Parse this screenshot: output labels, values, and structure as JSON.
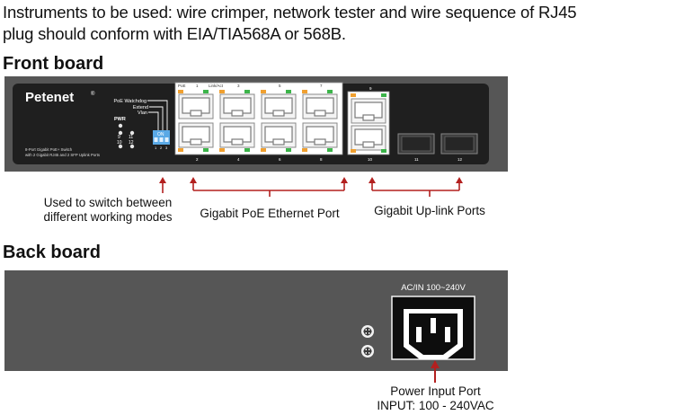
{
  "intro": {
    "line1": "Instruments to be used: wire crimper, network tester and wire sequence of RJ45",
    "line2": "plug should conform with EIA/TIA568A or 568B."
  },
  "front": {
    "heading": "Front board",
    "brand": "Petenet",
    "registered": "®",
    "model_line1": "8-Port Gigabit PoE+ Switch",
    "model_line2": "with 2 Gigabit RJ45 and 2 SFP Uplink Ports",
    "mode_labels": [
      "PoE Watchdog",
      "Extend",
      "Vlan"
    ],
    "dip_label": "ON",
    "dip_numbers": [
      "1",
      "2",
      "3"
    ],
    "led_labels": {
      "pwr": "PWR",
      "row1_left": "9",
      "row1_right": "11",
      "row2_left": "10",
      "row2_right": "12"
    },
    "poe_led": "PoE",
    "link_act": "Link/Act",
    "port_top_numbers": [
      "1",
      "3",
      "5",
      "7"
    ],
    "port_bottom_numbers": [
      "2",
      "4",
      "6",
      "8"
    ],
    "uplink_top_number": "9",
    "uplink_bottom_number": "10",
    "sfp_numbers": [
      "11",
      "12"
    ],
    "callouts": {
      "switch_modes_line1": "Used to switch between",
      "switch_modes_line2": "different working modes",
      "poe_ports": "Gigabit PoE Ethernet Port",
      "uplink_ports": "Gigabit Up-link Ports"
    }
  },
  "back": {
    "heading": "Back board",
    "ac_label": "AC/IN 100~240V",
    "callout_line1": "Power Input Port",
    "callout_line2": "INPUT: 100 - 240VAC"
  },
  "colors": {
    "panel": "#565656",
    "face": "#1f1f1f",
    "arrow": "#b3201f",
    "led_green": "#3cb44a",
    "led_orange": "#f0a030",
    "dip": "#5aa9e6"
  }
}
